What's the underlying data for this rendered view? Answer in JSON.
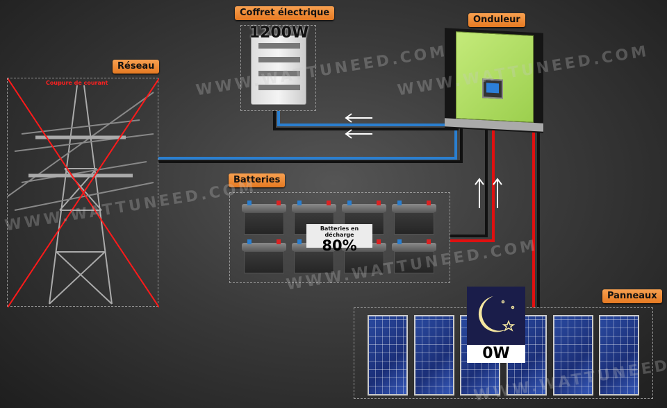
{
  "reseau": {
    "label": "Réseau",
    "status": "Coupure de courant"
  },
  "coffret": {
    "label": "Coffret électrique",
    "power": "1200W"
  },
  "onduleur": {
    "label": "Onduleur"
  },
  "batteries": {
    "label": "Batteries",
    "status": "Batteries en décharge",
    "charge": "80%"
  },
  "panneaux": {
    "label": "Panneaux",
    "power": "0W",
    "icon": "moon-stars-icon"
  },
  "watermark": "WWW.WATTUNEED.COM",
  "colors": {
    "label_bg": "#e67a22",
    "wire_red": "#e01010",
    "wire_blue": "#2a7fd0",
    "wire_black": "#111111",
    "inverter": "#a6d65a",
    "cut": "#ff1a1a"
  }
}
